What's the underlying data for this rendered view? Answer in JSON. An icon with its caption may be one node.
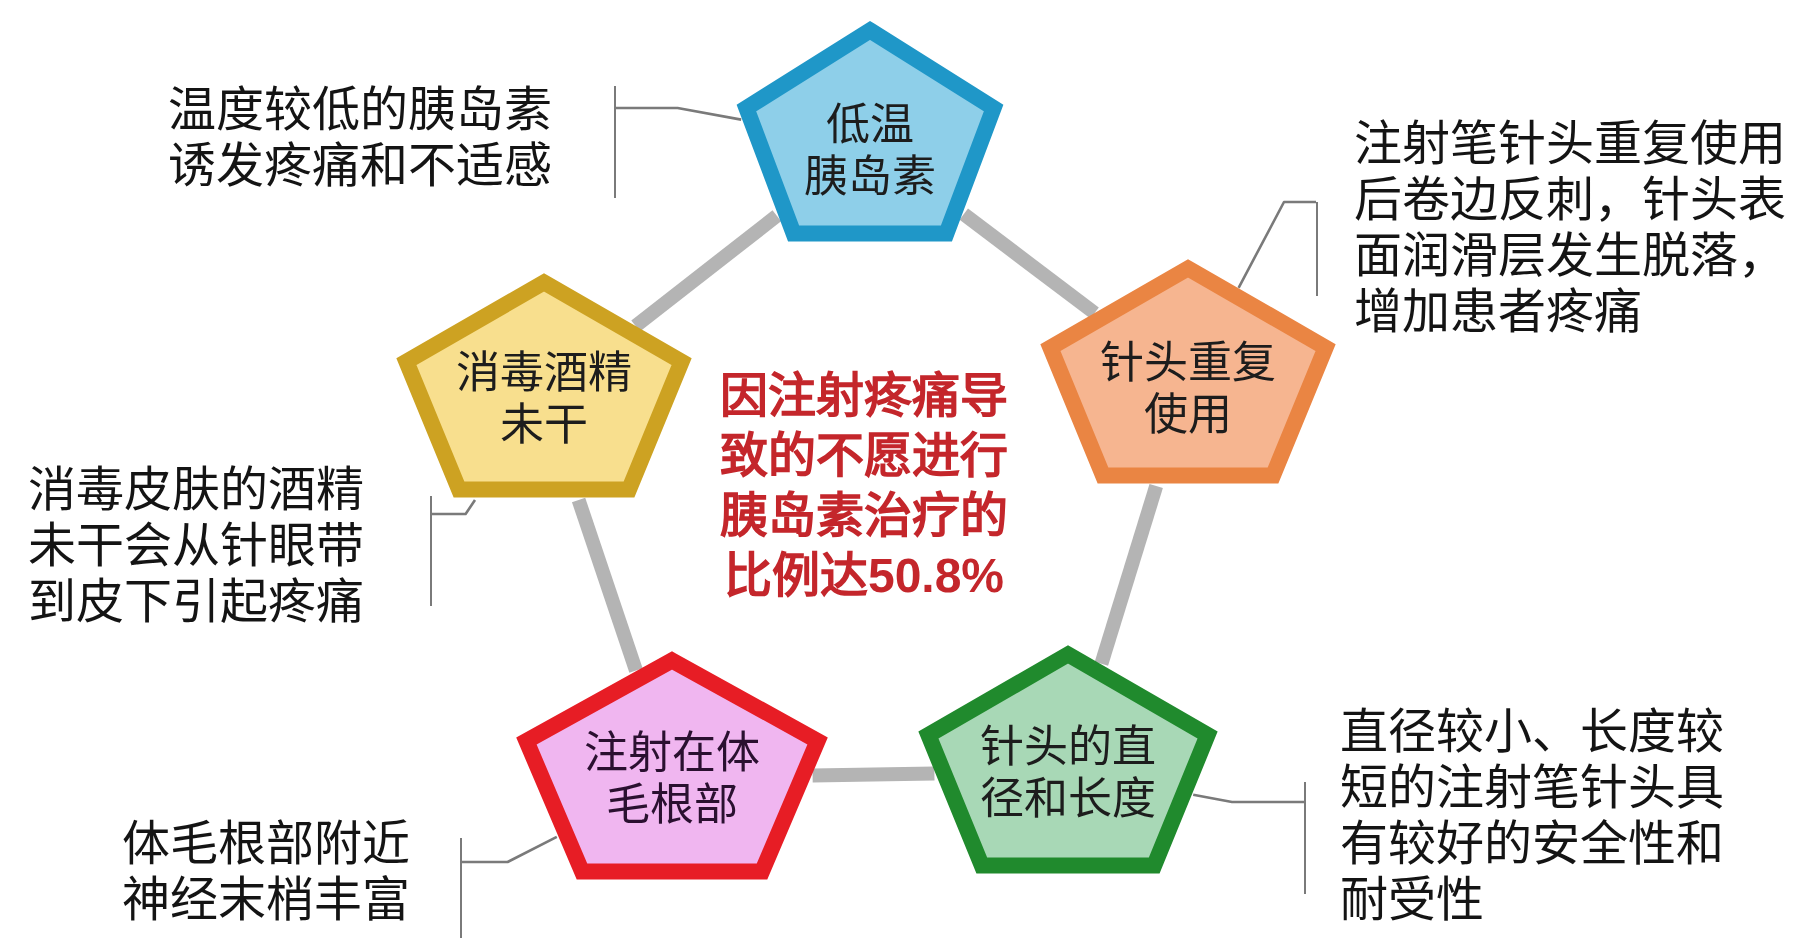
{
  "diagram": {
    "nodes": [
      {
        "text": [
          "低温胰岛素"
        ]
      },
      {
        "text": [
          "温度较低的胰岛素诱发疼痛和不适感"
        ]
      },
      {
        "text": [
          "注射笔针头重复使用后卷边反刺，针头表面润滑层发生脱落，增加患者疼痛"
        ]
      },
      {
        "text": [
          "消毒酒精未干"
        ]
      },
      {
        "text": [
          "针头重复使用"
        ]
      },
      {
        "text": [
          "消毒皮肤的酒精未干会从针眼带到皮下引起疼痛"
        ]
      },
      {
        "text": [
          "注射在体毛根部"
        ]
      },
      {
        "text": [
          "针头的直径和长度"
        ]
      },
      {
        "text": [
          "体毛根部附近神经末梢丰富"
        ]
      },
      {
        "text": [
          "直径较小、长度较短的注射笔针头具有较好的安全性和耐受性"
        ]
      }
    ],
    "edges": [
      {
        "from": 0,
        "to": 4,
        "arrow": "none",
        "style": "thick",
        "color": "#b4b4b4"
      },
      {
        "from": 4,
        "to": 7,
        "arrow": "none",
        "style": "thick",
        "color": "#b4b4b4"
      },
      {
        "from": 7,
        "to": 6,
        "arrow": "none",
        "style": "thick",
        "color": "#b4b4b4"
      },
      {
        "from": 6,
        "to": 3,
        "arrow": "none",
        "style": "thick",
        "color": "#b4b4b4"
      },
      {
        "from": 3,
        "to": 0,
        "arrow": "none",
        "style": "thick",
        "color": "#b4b4b4"
      },
      {
        "from": 1,
        "to": 0,
        "arrow": "none"
      },
      {
        "from": 2,
        "to": 4,
        "arrow": "none"
      },
      {
        "from": 5,
        "to": 3,
        "arrow": "none"
      },
      {
        "from": 8,
        "to": 6,
        "arrow": "none"
      },
      {
        "from": 9,
        "to": 7,
        "arrow": "none"
      }
    ],
    "labels": [
      "因注射疼痛导致的不愿进行胰岛素治疗的比例达50.8%"
    ]
  }
}
